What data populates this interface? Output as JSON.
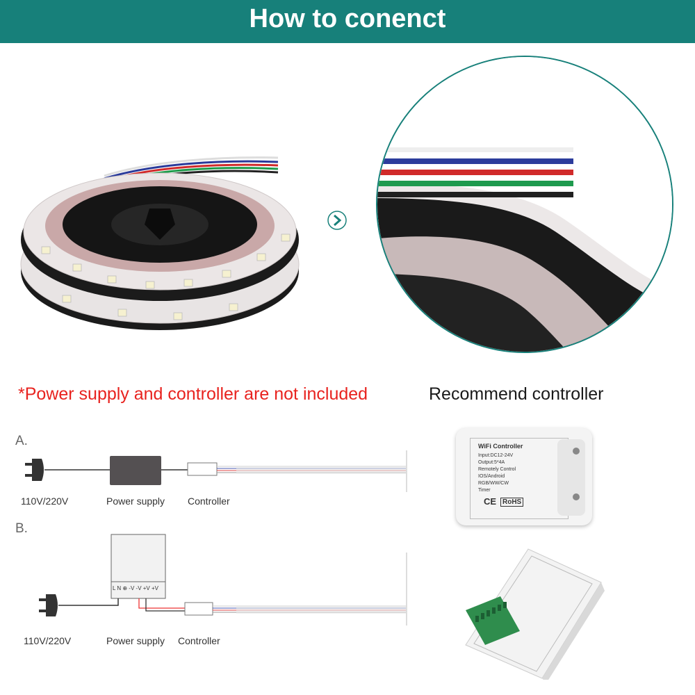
{
  "header": {
    "title": "How to conenct"
  },
  "notes": {
    "not_included": "*Power supply and controller are not included",
    "recommend": "Recommend controller"
  },
  "diagram_a": {
    "letter": "A.",
    "mains_label": "110V/220V",
    "power_label": "Power supply",
    "controller_label": "Controller"
  },
  "diagram_b": {
    "letter": "B.",
    "mains_label": "110V/220V",
    "power_label": "Power supply",
    "controller_label": "Controller",
    "terminal_labels": "L N ⊕ -V -V +V +V"
  },
  "controller_card": {
    "title": "WiFi Controller",
    "lines": [
      "Input:DC12-24V",
      "Output:5*4A",
      "Remotely Control",
      "IOS/Android",
      "RGB/WW/CW",
      "Timer"
    ],
    "ce": "CE",
    "rohs": "RoHS"
  },
  "colors": {
    "banner": "#17807a",
    "note": "#e8231f",
    "arrow_accent": "#17807a"
  }
}
